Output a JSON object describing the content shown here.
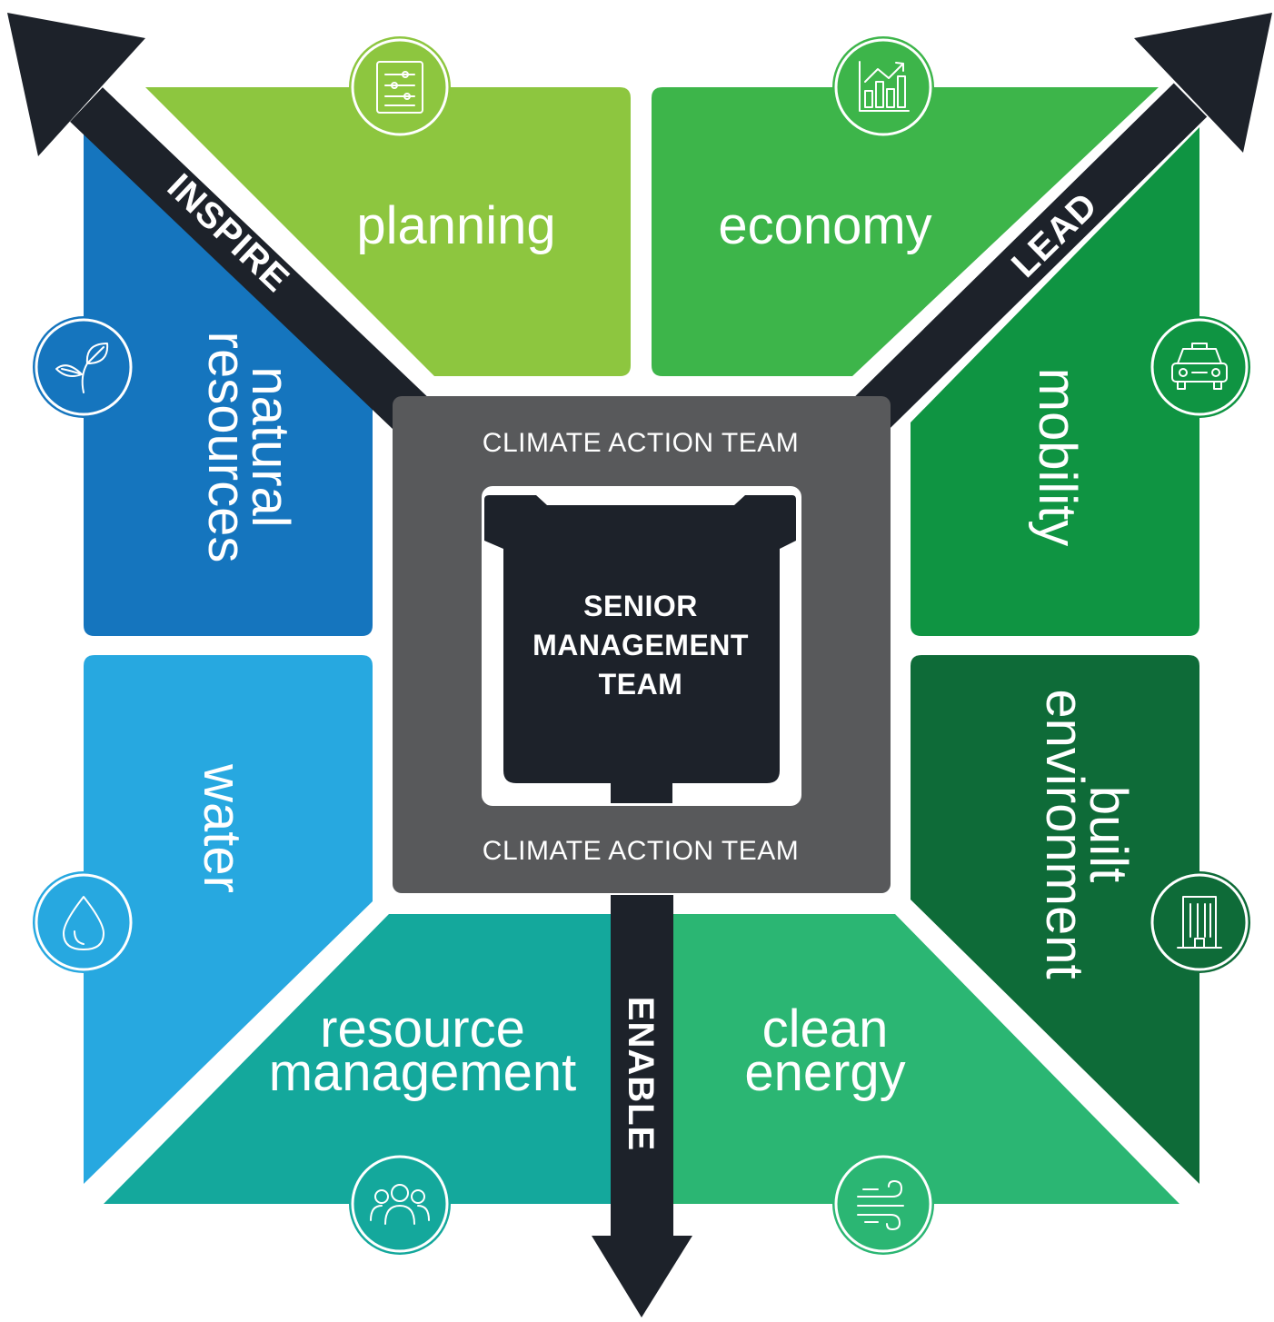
{
  "colors": {
    "planning": "#8dc63f",
    "economy": "#3db54a",
    "mobility": "#0f9442",
    "built_environment": "#0e6b38",
    "natural_resources": "#1575be",
    "water": "#27a8e0",
    "resource_management": "#14a89c",
    "clean_energy": "#2bb673",
    "arrow": "#1d222a",
    "climate_action_team": "#58595b",
    "senior_management_team": "#1d222a"
  },
  "sectors": {
    "planning": {
      "label": "planning",
      "icon": "sliders-icon"
    },
    "economy": {
      "label": "economy",
      "icon": "growth-chart-icon"
    },
    "mobility": {
      "label": "mobility",
      "icon": "car-icon"
    },
    "built_environment": {
      "line1": "built",
      "line2": "environment",
      "icon": "building-icon"
    },
    "natural_resources": {
      "line1": "natural",
      "line2": "resources",
      "icon": "leaf-icon"
    },
    "water": {
      "label": "water",
      "icon": "water-drop-icon"
    },
    "resource_management": {
      "line1": "resource",
      "line2": "management",
      "icon": "people-icon"
    },
    "clean_energy": {
      "line1": "clean",
      "line2": "energy",
      "icon": "wind-icon"
    }
  },
  "arrows": {
    "inspire": "INSPIRE",
    "lead": "LEAD",
    "enable": "ENABLE"
  },
  "center": {
    "climate_action_team_top": "CLIMATE ACTION TEAM",
    "climate_action_team_bottom": "CLIMATE ACTION TEAM",
    "senior_line1": "SENIOR",
    "senior_line2": "MANAGEMENT",
    "senior_line3": "TEAM"
  }
}
